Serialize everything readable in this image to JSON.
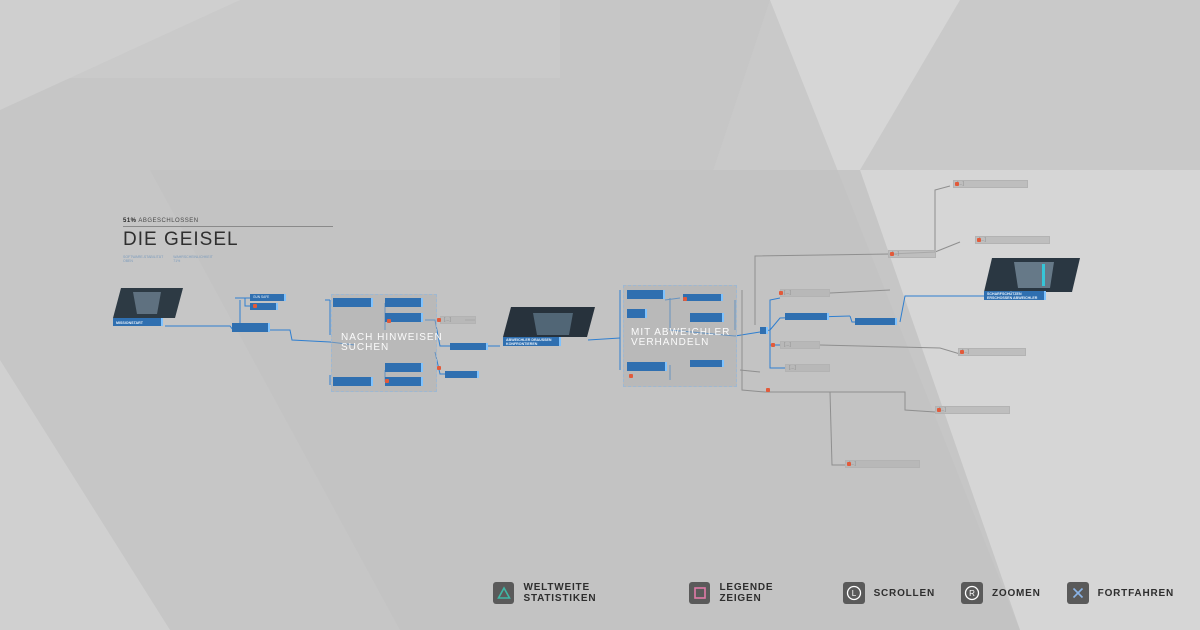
{
  "chapter": {
    "completion_label": "ABGESCHLOSSEN",
    "completion_percent": "51%",
    "title": "DIE GEISEL",
    "subinfo": [
      {
        "label": "SOFTWARE-STABILITÄT",
        "value": "OBEN"
      },
      {
        "label": "WAHRSCHEINLICHKEIT",
        "value": "71%"
      }
    ]
  },
  "flowchart": {
    "nodes": {
      "missionsstart": "MISSIONSTART",
      "n_a1": "GUN SAFE",
      "n_a2": "",
      "n_b1": "",
      "n_c1": "",
      "n_c2": "",
      "n_c3": "",
      "n_c4": "",
      "n_c5": "",
      "n_c6": "",
      "n_d1": "",
      "n_d2": "",
      "abweichler_draussen": "ABWEICHLER DRAUSSEN KONFRONTIEREN",
      "n_e1": "",
      "n_e2": "",
      "n_e3": "",
      "n_e4": "",
      "n_e5": "",
      "n_e6": "",
      "n_f1": "",
      "n_f2": "",
      "n_f3": "",
      "scharfschuetzen": "SCHARFSCHÜTZEN ERSCHOSSEN ABWEICHLER"
    },
    "zones": {
      "hinweise": [
        "NACH HINWEISEN",
        "SUCHEN"
      ],
      "verhandeln": [
        "MIT ABWEICHLER",
        "VERHANDELN"
      ]
    },
    "ghost_label": "[...]"
  },
  "footer": {
    "buttons": [
      {
        "icon": "triangle-icon",
        "label": "WELTWEITE STATISTIKEN",
        "color": "#3fb8a6"
      },
      {
        "icon": "square-icon",
        "label": "LEGENDE ZEIGEN",
        "color": "#e07aa8"
      },
      {
        "icon": "l-stick-icon",
        "label": "SCROLLEN",
        "color": "#ffffff"
      },
      {
        "icon": "r-stick-icon",
        "label": "ZOOMEN",
        "color": "#ffffff"
      },
      {
        "icon": "cross-icon",
        "label": "FORTFAHREN",
        "color": "#8ab4e8"
      }
    ]
  },
  "colors": {
    "node_blue": "#2f6fb0",
    "line_blue": "#2f7fd0",
    "locked_red": "#e25a3a",
    "background": "#c9c9c9"
  }
}
